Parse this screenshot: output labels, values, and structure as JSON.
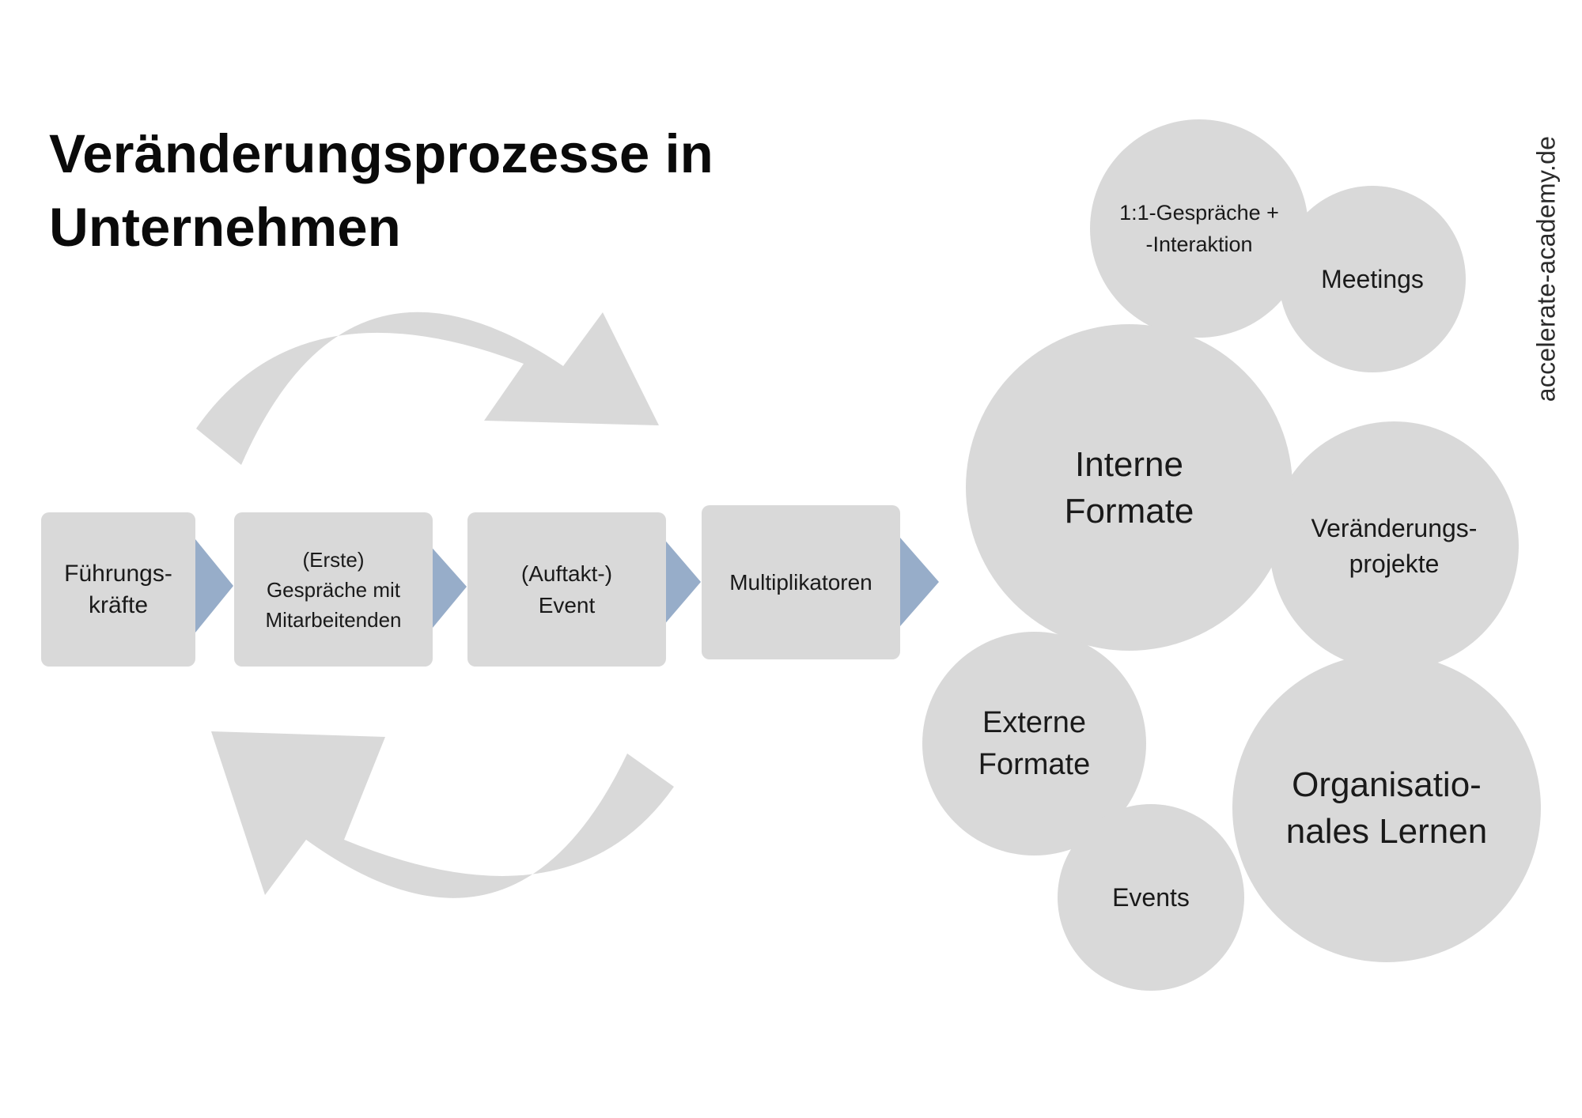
{
  "title": {
    "line1": "Veränderungsprozesse in",
    "line2": "Unternehmen"
  },
  "watermark": "accelerate-academy.de",
  "process": [
    {
      "label": "Führungs-\nkräfte"
    },
    {
      "label": "(Erste)\nGespräche mit\nMitarbeitenden"
    },
    {
      "label": "(Auftakt-)\nEvent"
    },
    {
      "label": "Multiplikatoren"
    }
  ],
  "bubbles": {
    "gespraeche": "1:1-Gespräche +\n-Interaktion",
    "meetings": "Meetings",
    "interne": "Interne\nFormate",
    "projekte": "Veränderungs-\nprojekte",
    "externe": "Externe\nFormate",
    "organisationales": "Organisatio-\nnales Lernen",
    "events": "Events"
  },
  "colors": {
    "shape_fill": "#d9d9d9",
    "chevron": "#97adc9",
    "cycle_arrow": "#d9d9d9"
  }
}
